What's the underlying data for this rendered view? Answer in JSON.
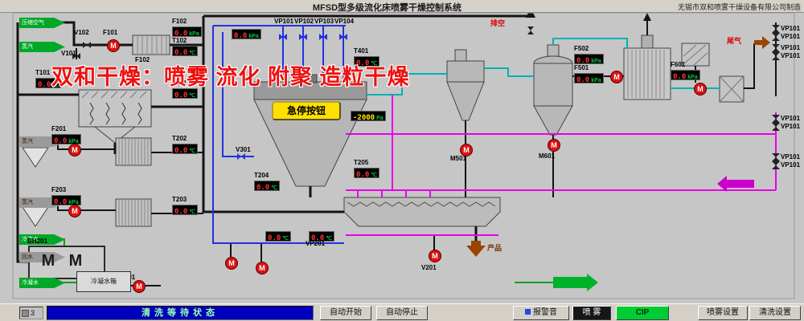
{
  "title_bar": {
    "title": "MFSD型多级流化床喷雾干燥控制系统",
    "manufacturer": "无锡市双和喷雾干燥设备有限公司制造"
  },
  "watermark": {
    "brand": "双和干燥：",
    "slogan": "喷雾 流化 附聚 造粒干燥"
  },
  "glyphs": {
    "fan": "M"
  },
  "inlets": [
    {
      "label": "压缩空气"
    },
    {
      "label": "蒸汽"
    },
    {
      "label": "蒸汽"
    },
    {
      "label": "蒸汽"
    },
    {
      "label": "冷冻水"
    },
    {
      "label": "回水"
    },
    {
      "label": "冷凝水"
    }
  ],
  "displays": [
    {
      "tag": "F102",
      "value": "0.0",
      "unit": "kPa"
    },
    {
      "tag": "T102",
      "value": "0.0",
      "unit": "℃"
    },
    {
      "tag": "T101",
      "value": "0.0",
      "unit": "℃"
    },
    {
      "tag": "T201",
      "value": "0.0",
      "unit": "℃"
    },
    {
      "tag": "F201",
      "value": "0.0",
      "unit": "kPa"
    },
    {
      "tag": "T202",
      "value": "0.0",
      "unit": "℃"
    },
    {
      "tag": "F203",
      "value": "0.0",
      "unit": "kPa"
    },
    {
      "tag": "T203",
      "value": "0.0",
      "unit": "℃"
    },
    {
      "tag": "T401",
      "value": "0.0",
      "unit": "℃"
    },
    {
      "tag": "",
      "value": "-2000",
      "unit": "Pa"
    },
    {
      "tag": "T205",
      "value": "0.0",
      "unit": "℃"
    },
    {
      "tag": "T204",
      "value": "0.0",
      "unit": "℃"
    },
    {
      "tag": "",
      "value": "0.0",
      "unit": "℃"
    },
    {
      "tag": "",
      "value": "0.0",
      "unit": "℃"
    },
    {
      "tag": "",
      "value": "0.0",
      "unit": "kPa"
    },
    {
      "tag": "F502",
      "value": "0.0",
      "unit": "kPa"
    },
    {
      "tag": "F501",
      "value": "0.0",
      "unit": "kPa"
    },
    {
      "tag": "F601",
      "value": "0.0",
      "unit": "kPa"
    }
  ],
  "tags": {
    "v102": "V102",
    "f101": "F101",
    "v101": "V101",
    "f102": "F102",
    "vp101": "VP101",
    "vp102": "VP102",
    "vp103": "VP103",
    "vp104": "VP104",
    "v301": "V301",
    "m501": "M501",
    "m601": "M601",
    "vp201": "VP201",
    "v201": "V201",
    "bh201": "BH201",
    "f101b": "F101",
    "right_bank": "VP101"
  },
  "labels": {
    "vent": "排空",
    "tail_gas": "尾气",
    "product": "产品",
    "estop": "急停按钮",
    "tank": "冷凝水箱"
  },
  "status_bar": {
    "counter": "3",
    "status": "清洗等待状态",
    "auto_start": "自动开始",
    "auto_stop": "自动停止",
    "alarm_mute": "报警音",
    "spray": "喷 雾",
    "cip": "CIP",
    "spray_set": "喷雾设置",
    "clean_set": "清洗设置"
  }
}
